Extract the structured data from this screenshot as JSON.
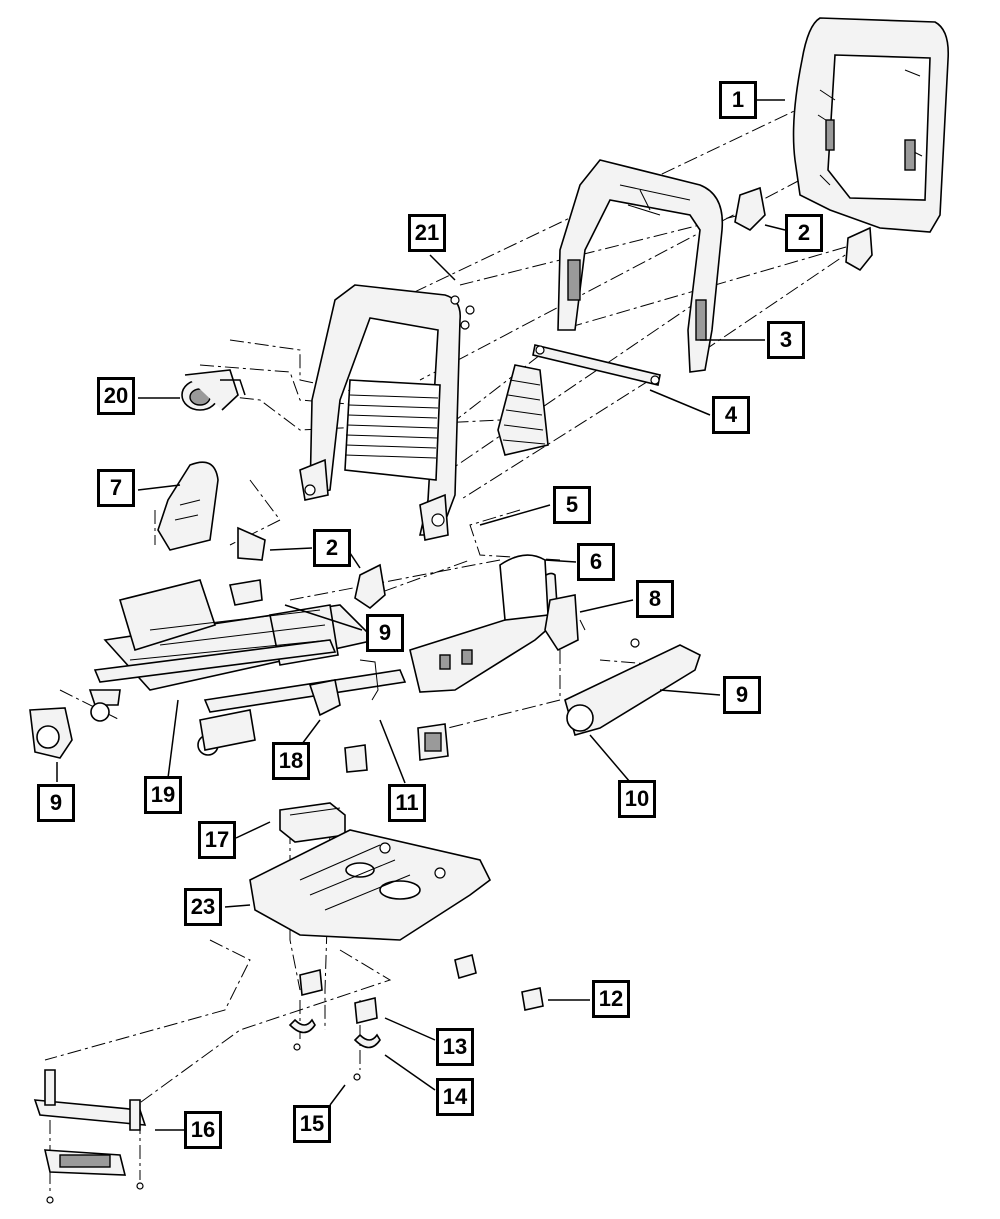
{
  "callouts": {
    "c1": "1",
    "c2a": "2",
    "c2b": "2",
    "c3": "3",
    "c4": "4",
    "c5": "5",
    "c6": "6",
    "c7": "7",
    "c8": "8",
    "c9a": "9",
    "c9b": "9",
    "c9c": "9",
    "c10": "10",
    "c11": "11",
    "c12": "12",
    "c13": "13",
    "c14": "14",
    "c15": "15",
    "c16": "16",
    "c17": "17",
    "c18": "18",
    "c19": "19",
    "c20": "20",
    "c21": "21",
    "c23": "23"
  }
}
